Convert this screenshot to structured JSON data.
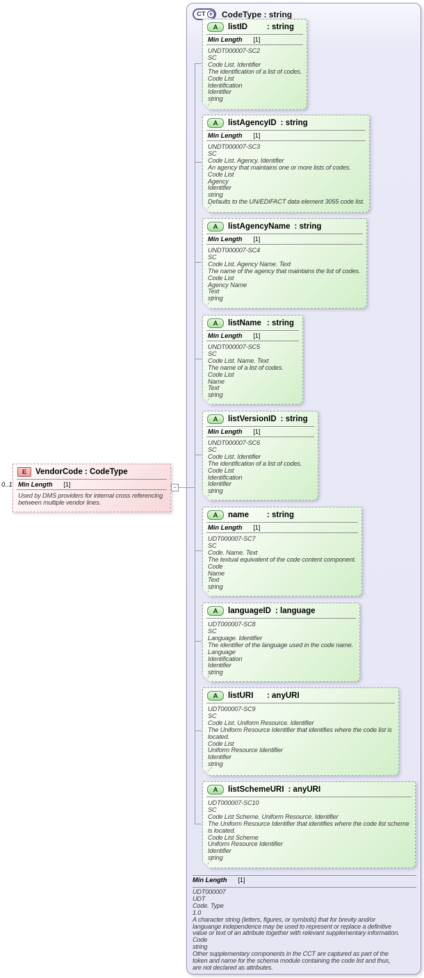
{
  "colors": {
    "container_fill": "#e6e6f5",
    "container_border": "#9c9cbc",
    "attribute_fill": "#d2efc9",
    "attribute_icon": "#abdf9f",
    "element_fill": "#f8d6d9",
    "element_icon": "#f0a0a4",
    "connector": "#9898bb",
    "annotation_text": "#3a3a3a"
  },
  "icons": {
    "complextype": "CT",
    "complextype_plus": "+",
    "attribute": "A",
    "element": "E",
    "collapse": "−"
  },
  "element_node": {
    "cardinality": "0..1",
    "title": "VendorCode : CodeType",
    "facet_name": "Min Length",
    "facet_value": "[1]",
    "annotation_lines": [
      "Used by DMS providers for internal cross referencing",
      "between multiple vendor lines."
    ]
  },
  "complextype_node": {
    "title": "CodeType : string",
    "facet_name": "Min Length",
    "facet_value": "[1]",
    "annotation_lines": [
      "UDT000007",
      "UDT",
      "Code. Type",
      "1.0",
      "A character string (letters, figures, or symbols) that for brevity and/or",
      "languange independence may be used to represent or replace a definitive",
      "value or text of an attribute together with relevant supplementary information.",
      "Code",
      "string",
      "Other supplementary components in the CCT are captured as part of the",
      "token and name for the schema module containing the code list and thus,",
      "are not declared as attributes."
    ]
  },
  "attributes": [
    {
      "name": "listID",
      "type": ": string",
      "facet_name": "Min Length",
      "facet_value": "[1]",
      "annotation_lines": [
        "UNDT000007-SC2",
        "SC",
        "Code List. Identifier",
        "The identification of a list of codes.",
        "Code List",
        "Identification",
        "Identifier",
        "string"
      ]
    },
    {
      "name": "listAgencyID",
      "type": ": string",
      "facet_name": "Min Length",
      "facet_value": "[1]",
      "annotation_lines": [
        "UNDT000007-SC3",
        "SC",
        "Code List. Agency. Identifier",
        "An agency that maintains one or more lists of codes.",
        "Code List",
        "Agency",
        "Identifier",
        "string",
        "Defaults to the UN/EDIFACT data element 3055 code list."
      ]
    },
    {
      "name": "listAgencyName",
      "type": ": string",
      "facet_name": "Min Length",
      "facet_value": "[1]",
      "annotation_lines": [
        "UNDT000007-SC4",
        "SC",
        "Code List. Agency Name. Text",
        "The name of the agency that maintains the list of codes.",
        "Code List",
        "Agency Name",
        "Text",
        "string"
      ]
    },
    {
      "name": "listName",
      "type": ": string",
      "facet_name": "Min Length",
      "facet_value": "[1]",
      "annotation_lines": [
        "UNDT000007-SC5",
        "SC",
        "Code List. Name. Text",
        "The name of a list of codes.",
        "Code List",
        "Name",
        "Text",
        "string"
      ]
    },
    {
      "name": "listVersionID",
      "type": ": string",
      "facet_name": "Min Length",
      "facet_value": "[1]",
      "annotation_lines": [
        "UNDT000007-SC6",
        "SC",
        "Code List. Identifier",
        "The identification of a list of codes.",
        "Code List",
        "Identification",
        "Identifier",
        "string"
      ]
    },
    {
      "name": "name",
      "type": ": string",
      "facet_name": "Min Length",
      "facet_value": "[1]",
      "annotation_lines": [
        "UDT000007-SC7",
        "SC",
        "Code. Name. Text",
        "The textual equivalent of the code content component.",
        "Code",
        "Name",
        "Text",
        "string"
      ]
    },
    {
      "name": "languageID",
      "type": ": language",
      "annotation_lines": [
        "UDT000007-SC8",
        "SC",
        "Language. Identifier",
        "The identifier of the language used in the code name.",
        "Language",
        "Identification",
        "Identifier",
        "string"
      ]
    },
    {
      "name": "listURI",
      "type": ": anyURI",
      "annotation_lines": [
        "UDT000007-SC9",
        "SC",
        "Code List. Uniform Resource. Identifier",
        "The Uniform Resource Identifier that identifies where the code list is",
        "located.",
        "Code List",
        "Uniform Resource Identifier",
        "Identifier",
        "string"
      ]
    },
    {
      "name": "listSchemeURI",
      "type": ": anyURI",
      "annotation_lines": [
        "UDT000007-SC10",
        "SC",
        "Code List Scheme. Uniform Resource. Identifier",
        "The Uniform Resource Identifier that identifies where the code list scheme",
        "is located.",
        "Code List Scheme",
        "Uniform Resource Identifier",
        "Identifier",
        "string"
      ]
    }
  ]
}
